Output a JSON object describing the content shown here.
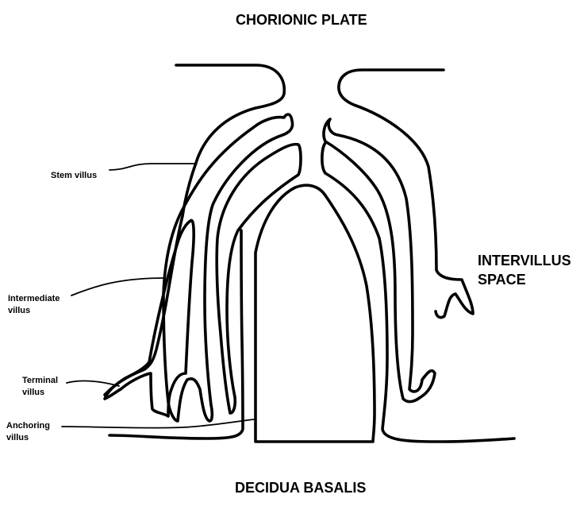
{
  "labels": {
    "top": "CHORIONIC PLATE",
    "bottom": "DECIDUA BASALIS",
    "space_line1": "INTERVILLUS",
    "space_line2": "SPACE",
    "stem": "Stem villus",
    "intermediate_line1": "Intermediate",
    "intermediate_line2": "villus",
    "terminal_line1": "Terminal",
    "terminal_line2": "villus",
    "anchoring_line1": "Anchoring",
    "anchoring_line2": "villus"
  },
  "colors": {
    "ink": "#000000",
    "background": "#ffffff"
  }
}
